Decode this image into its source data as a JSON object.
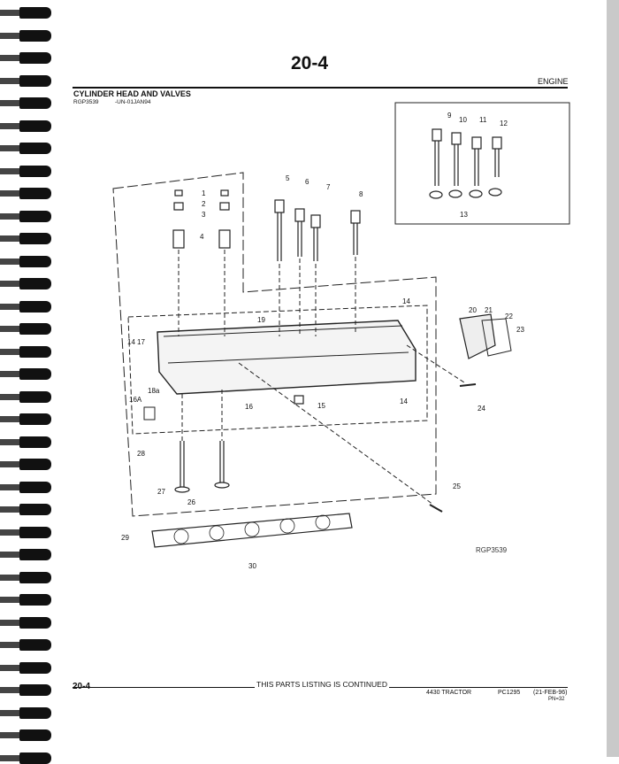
{
  "page_number": "20-4",
  "section": "ENGINE",
  "title": "CYLINDER HEAD AND VALVES",
  "ref_code": "RGP3539",
  "serial_note": "-UN-01JAN94",
  "illustration_ref": "RGP3539",
  "callouts": [
    "1",
    "2",
    "3",
    "4",
    "5",
    "6",
    "7",
    "8",
    "9",
    "10",
    "11",
    "12",
    "13",
    "14",
    "14",
    "17",
    "19",
    "20",
    "21",
    "22",
    "23",
    "14",
    "15",
    "16",
    "16A",
    "18a",
    "24",
    "28",
    "27",
    "26",
    "25",
    "29",
    "30"
  ],
  "footer": {
    "page": "20-4",
    "continued": "THIS PARTS LISTING IS CONTINUED",
    "tractor": "4430 TRACTOR",
    "pc": "PC1295",
    "date": "(21-FEB-96)",
    "pn": "PN=32"
  }
}
